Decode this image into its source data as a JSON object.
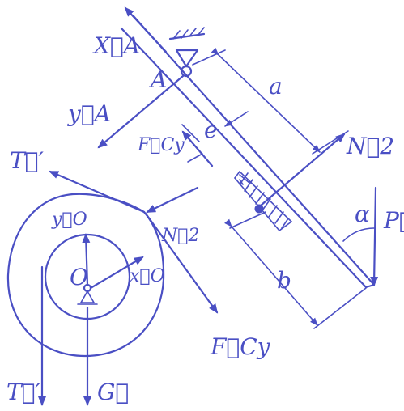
{
  "labels": {
    "XA": "X⃗A",
    "A": "A",
    "a": "a",
    "YA": "y⃗A",
    "FCy_top": "F⃗Cy",
    "e": "e",
    "N2_top": "N⃗2",
    "T1_top": "T⃗′",
    "P": "P⃗",
    "alpha": "α",
    "YO": "y⃗O",
    "N2_mid": "N⃗2",
    "O": "O",
    "XO": "x⃗O",
    "b": "b",
    "FCy_bot": "F⃗Cy",
    "T1_bot": "T⃗′",
    "G": "G⃗"
  },
  "colors": {
    "ink": "#4a4fc4",
    "paper": "#ffffff"
  }
}
